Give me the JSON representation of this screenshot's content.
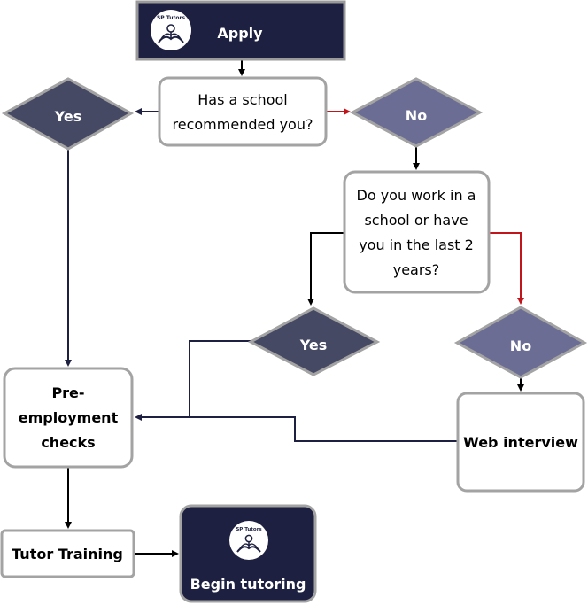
{
  "brand": {
    "logo_text": "SP Tutors"
  },
  "nodes": {
    "apply": "Apply",
    "q1": [
      "Has a school",
      "recommended you?"
    ],
    "yes1": "Yes",
    "no1": "No",
    "q2": [
      "Do you work in a",
      "school or have",
      "you in the last 2",
      "years?"
    ],
    "yes2": "Yes",
    "no2": "No",
    "checks": [
      "Pre-",
      "employment",
      "checks"
    ],
    "interview": "Web interview",
    "training": "Tutor Training",
    "begin": "Begin tutoring"
  },
  "colors": {
    "navy": "#1d2040",
    "diamond_dark": "#454963",
    "diamond_light": "#6b6d94",
    "border_gray": "#a3a3a3",
    "arrow_red": "#c0161b"
  }
}
